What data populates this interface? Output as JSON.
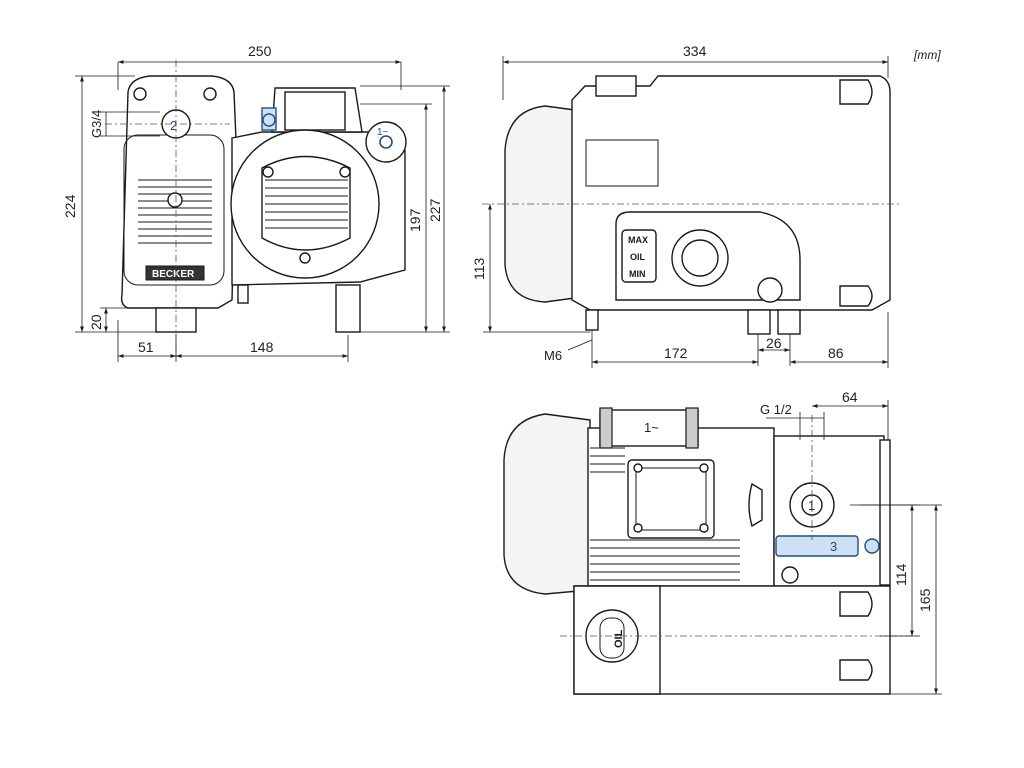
{
  "unit": "[mm]",
  "brand": "BECKER",
  "front_view": {
    "width": "250",
    "height": "224",
    "thread": "G3/4",
    "height_197": "197",
    "height_227": "227",
    "foot_height": "20",
    "foot_offset": "51",
    "foot_spacing": "148",
    "callout_2": "2",
    "callout_1": "1~"
  },
  "side_view": {
    "length": "334",
    "axis_height": "113",
    "bolt": "M6",
    "foot_spacing": "172",
    "foot_width": "26",
    "rear_offset": "86",
    "max_label": "MAX",
    "oil_label": "OIL",
    "min_label": "MIN"
  },
  "top_view": {
    "thread": "G 1/2",
    "offset": "64",
    "depth_114": "114",
    "depth_165": "165",
    "callout_1": "1",
    "callout_3": "3",
    "motor_label": "1~",
    "oil_label": "OIL"
  }
}
